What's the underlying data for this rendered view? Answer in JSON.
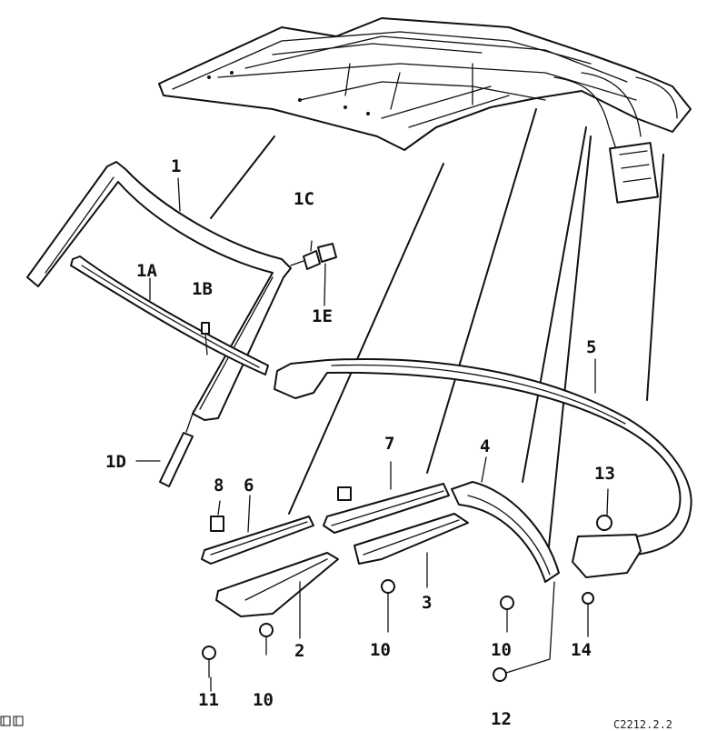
{
  "diagram": {
    "labels": {
      "p1": "1",
      "p1A": "1A",
      "p1B": "1B",
      "p1C": "1C",
      "p1D": "1D",
      "p1E": "1E",
      "p2": "2",
      "p3": "3",
      "p4": "4",
      "p5": "5",
      "p6": "6",
      "p7": "7",
      "p8": "8",
      "p10a": "10",
      "p10b": "10",
      "p10c": "10",
      "p11": "11",
      "p12": "12",
      "p13": "13",
      "p14": "14"
    },
    "footer": {
      "code": "C2212.2.2"
    }
  }
}
